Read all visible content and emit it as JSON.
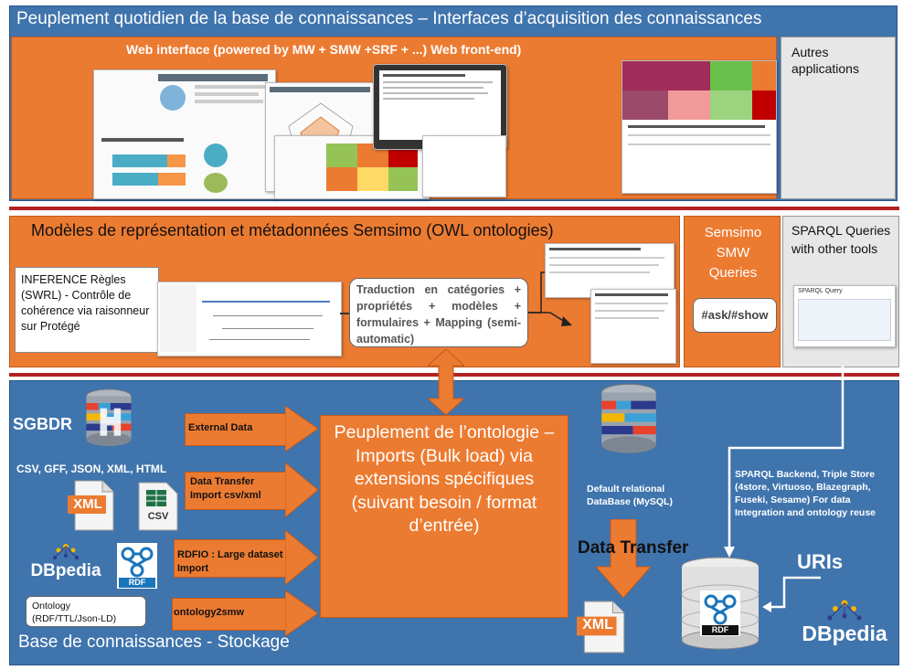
{
  "top": {
    "title": "Peuplement quotidien de la base de connaissances – Interfaces d’acquisition des connaissances",
    "web_interface_label": "Web interface (powered by MW + SMW +SRF + ...) Web front-end)",
    "other_apps_label": "Autres applications"
  },
  "middle": {
    "title": "Modèles de représentation et métadonnées Semsimo (OWL ontologies)",
    "inference_label": "INFERENCE Règles (SWRL) - Contrôle de cohérence via raisonneur sur Protégé",
    "translation_label": "Traduction en catégories + propriétés + modèles + formulaires + Mapping (semi-automatic)",
    "smw_queries_label": "Semsimo SMW Queries",
    "ask_show_label": "#ask/#show",
    "sparql_queries_label": "SPARQL Queries with other tools"
  },
  "bottom": {
    "sgbdr_label": "SGBDR",
    "formats_label": "CSV, GFF, JSON, XML, HTML",
    "xml_icon_text": "XML",
    "csv_icon_text": "CSV",
    "dbpedia_text": "DBpedia",
    "rdf_text": "RDF",
    "ontology_box_label": "Ontology (RDF/TTL/Json-LD)",
    "arrows": [
      "External Data",
      "Data Transfer Import csv/xml",
      "RDFIO : Large dataset Import",
      "ontology2smw"
    ],
    "central_box_label": "Peuplement de l’ontologie – Imports (Bulk load) via extensions spécifiques (suivant besoin / format d’entrée)",
    "default_db_label": "Default relational DataBase (MySQL)",
    "data_transfer_label": "Data Transfer",
    "sparql_backend_label": "SPARQL Backend, Triple Store (4store, Virtuoso, Blazegraph, Fuseki, Sesame) For data Integration and ontology reuse",
    "uris_label": "URIs",
    "footer_label": "Base de connaissances - Stockage",
    "sparql_query_shot_title": "SPARQL Query"
  },
  "colors": {
    "blue": "#3f74ad",
    "orange": "#ec7b32",
    "grey": "#e7e7e7",
    "separator": "#b22222"
  }
}
